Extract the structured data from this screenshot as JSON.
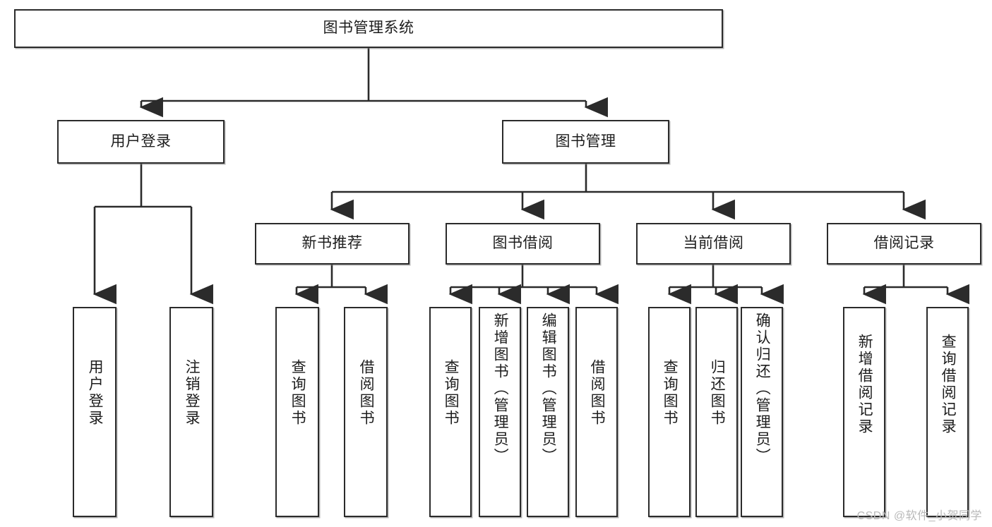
{
  "diagram": {
    "title": "图书管理系统",
    "type": "hierarchy-tree",
    "theme": {
      "background": "#ffffff",
      "box_fill": "#ffffff",
      "box_stroke": "#2b2b2b",
      "text_color": "#1d1d1d",
      "connector_color": "#2b2b2b",
      "watermark_color": "#b9b9b9"
    },
    "root": {
      "id": "root",
      "label": "图书管理系统",
      "orientation": "horizontal"
    },
    "level2": [
      {
        "id": "user-login",
        "label": "用户登录",
        "orientation": "horizontal"
      },
      {
        "id": "book-manage",
        "label": "图书管理",
        "orientation": "horizontal"
      }
    ],
    "level3": [
      {
        "id": "new-book-recommend",
        "label": "新书推荐",
        "orientation": "horizontal",
        "parent": "book-manage"
      },
      {
        "id": "book-borrow",
        "label": "图书借阅",
        "orientation": "horizontal",
        "parent": "book-manage"
      },
      {
        "id": "current-borrow",
        "label": "当前借阅",
        "orientation": "horizontal",
        "parent": "book-manage"
      },
      {
        "id": "borrow-record",
        "label": "借阅记录",
        "orientation": "horizontal",
        "parent": "book-manage"
      }
    ],
    "leaves": [
      {
        "id": "leaf-user-login",
        "label": "用户登录",
        "parent": "user-login"
      },
      {
        "id": "leaf-user-logout",
        "label": "注销登录",
        "parent": "user-login"
      },
      {
        "id": "leaf-query-book-1",
        "label": "查询图书",
        "parent": "new-book-recommend"
      },
      {
        "id": "leaf-borrow-book-1",
        "label": "借阅图书",
        "parent": "new-book-recommend"
      },
      {
        "id": "leaf-query-book-2",
        "label": "查询图书",
        "parent": "book-borrow"
      },
      {
        "id": "leaf-add-book",
        "label": "新增图书（管理员）",
        "parent": "book-borrow"
      },
      {
        "id": "leaf-edit-book",
        "label": "编辑图书（管理员）",
        "parent": "book-borrow"
      },
      {
        "id": "leaf-borrow-book-2",
        "label": "借阅图书",
        "parent": "book-borrow"
      },
      {
        "id": "leaf-query-book-3",
        "label": "查询图书",
        "parent": "current-borrow"
      },
      {
        "id": "leaf-return-book",
        "label": "归还图书",
        "parent": "current-borrow"
      },
      {
        "id": "leaf-confirm-return",
        "label": "确认归还（管理员）",
        "parent": "current-borrow"
      },
      {
        "id": "leaf-add-record",
        "label": "新增借阅记录",
        "parent": "borrow-record"
      },
      {
        "id": "leaf-query-record",
        "label": "查询借阅记录",
        "parent": "borrow-record"
      }
    ],
    "watermark": "CSDN @软件_小贺同学"
  }
}
